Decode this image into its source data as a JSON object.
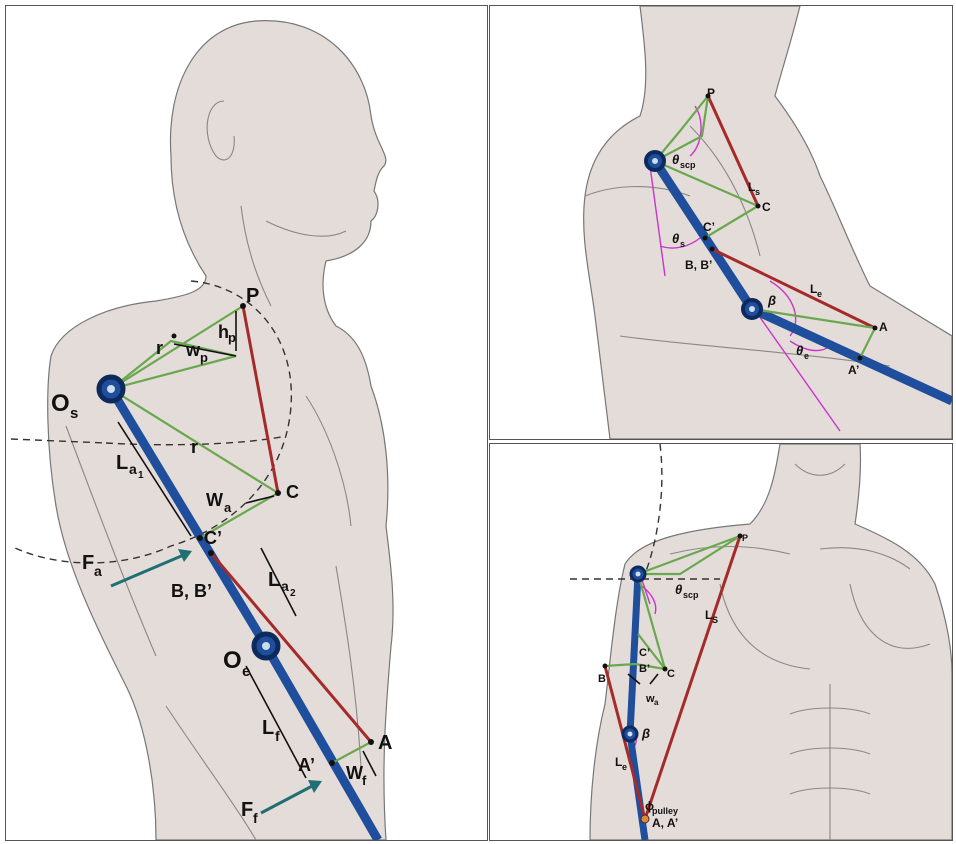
{
  "left_panel": {
    "labels": {
      "P": "P",
      "h": "h",
      "h_sub": "p",
      "r_top": "r",
      "w": "w",
      "w_sub": "p",
      "O": "O",
      "O_sub": "s",
      "r_mid": "r",
      "L": "L",
      "L_sub": "a",
      "L_subsub": "1",
      "W": "W",
      "W_sub": "a",
      "C": "C",
      "C_prime": "C’",
      "F": "F",
      "F_sub": "a",
      "B": "B, B’",
      "L2": "L",
      "L2_sub": "a",
      "L2_subsub": "2",
      "Oe": "O",
      "Oe_sub": "e",
      "Lf": "L",
      "Lf_sub": "f",
      "A": "A",
      "A_prime": "A’",
      "Wf": "W",
      "Wf_sub": "f",
      "Ff": "F",
      "Ff_sub": "f"
    }
  },
  "top_right_panel": {
    "labels": {
      "P": "P",
      "theta_scp": "θ",
      "theta_scp_sub": "scp",
      "Ls": "L",
      "Ls_sub": "s",
      "C": "C",
      "C_prime": "C’",
      "theta_s": "θ",
      "theta_s_sub": "s",
      "B": "B, B’",
      "Le": "L",
      "Le_sub": "e",
      "beta": "β",
      "A": "A",
      "theta_e": "θ",
      "theta_e_sub": "e",
      "A_prime": "A’"
    }
  },
  "bottom_right_panel": {
    "labels": {
      "P": "P",
      "theta_scp": "θ",
      "theta_scp_sub": "scp",
      "Ls": "L",
      "Ls_sub": "S",
      "C_prime": "C’",
      "B": "B",
      "B_prime": "B’",
      "C": "C",
      "w": "w",
      "w_sub": "a",
      "beta": "β",
      "Le": "L",
      "Le_sub": "e",
      "phi": "ϕ",
      "phi_sub": "pulley",
      "A": "A, A’"
    }
  }
}
